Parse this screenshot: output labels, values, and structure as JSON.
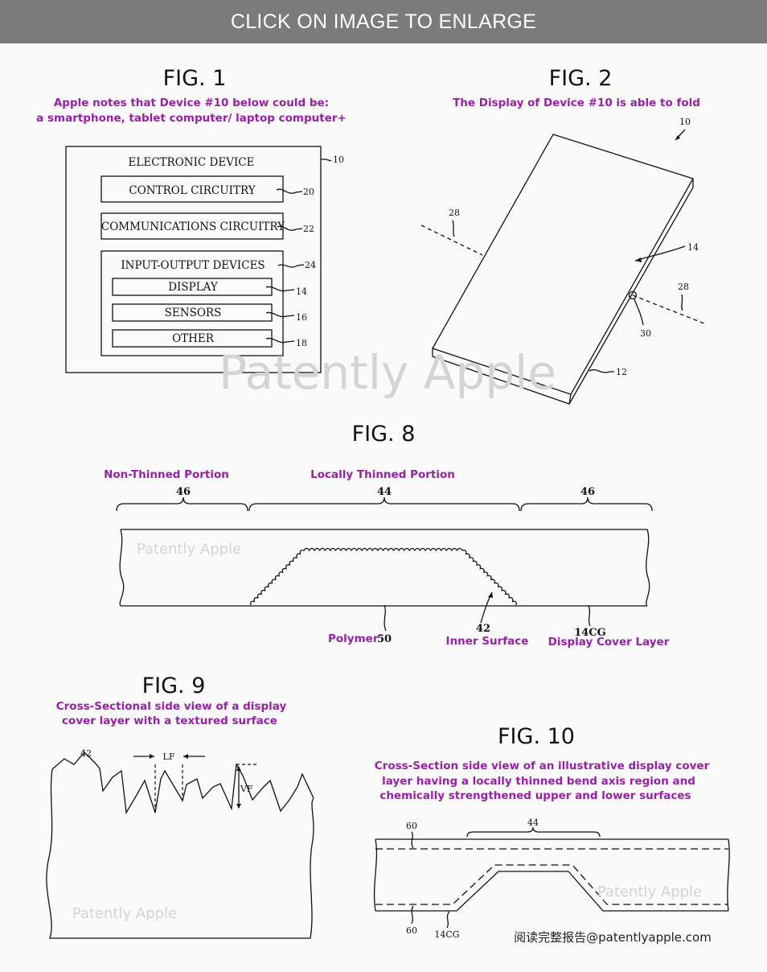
{
  "header": {
    "banner": "CLICK ON IMAGE TO ENLARGE"
  },
  "fig1": {
    "title": "FIG. 1",
    "caption_line1": "Apple notes that Device #10 below could be:",
    "caption_line2": "a smartphone, tablet computer/ laptop computer+",
    "outer_label": "ELECTRONIC DEVICE",
    "outer_ref": "10",
    "control": "CONTROL CIRCUITRY",
    "control_ref": "20",
    "comms": "COMMUNICATIONS CIRCUITRY",
    "comms_ref": "22",
    "io": "INPUT-OUTPUT DEVICES",
    "io_ref": "24",
    "display": "DISPLAY",
    "display_ref": "14",
    "sensors": "SENSORS",
    "sensors_ref": "16",
    "other": "OTHER",
    "other_ref": "18"
  },
  "fig2": {
    "title": "FIG. 2",
    "caption": "The Display of Device #10 is able to fold",
    "ref_10": "10",
    "ref_28a": "28",
    "ref_28b": "28",
    "ref_14": "14",
    "ref_30": "30",
    "ref_12": "12"
  },
  "watermark": "Patently Apple",
  "fig8": {
    "title": "FIG. 8",
    "left_label": "Non-Thinned Portion",
    "center_label": "Locally Thinned Portion",
    "ref_46a": "46",
    "ref_44": "44",
    "ref_46b": "46",
    "polymer": "Polymer",
    "polymer_ref": "50",
    "inner_ref": "42",
    "inner_label": "Inner Surface",
    "cover_ref": "14CG",
    "cover_label": "Display Cover Layer"
  },
  "fig9": {
    "title": "FIG. 9",
    "caption_line1": "Cross-Sectional side view of a display",
    "caption_line2": "cover layer with a textured surface",
    "ref_42": "42",
    "lf": "LF",
    "vf": "VF"
  },
  "fig10": {
    "title": "FIG. 10",
    "caption_line1": "Cross-Section side view of an illustrative display cover",
    "caption_line2": "layer having a locally thinned bend axis region and",
    "caption_line3": "chemically strengthened upper and lower surfaces",
    "ref_60a": "60",
    "ref_44": "44",
    "ref_60b": "60",
    "ref_14cg": "14CG"
  },
  "footer": {
    "source": "阅读完整报告@patentlyapple.com"
  }
}
